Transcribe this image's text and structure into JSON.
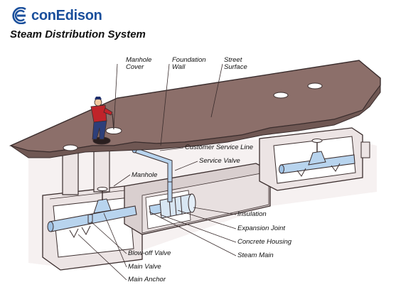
{
  "header": {
    "brand": "conEdison",
    "title": "Steam Distribution System"
  },
  "labels": {
    "manhole_cover": [
      "Manhole",
      "Cover"
    ],
    "foundation_wall": [
      "Foundation",
      "Wall"
    ],
    "street_surface": [
      "Street",
      "Surface"
    ],
    "customer_service_line": "Customer Service Line",
    "service_valve": "Service Valve",
    "manhole": "Manhole",
    "insulation": "Insulation",
    "expansion_joint": "Expansion Joint",
    "concrete_housing": "Concrete Housing",
    "steam_main": "Steam Main",
    "blowoff_valve": "Blow-off Valve",
    "main_valve": "Main Valve",
    "main_anchor": "Main Anchor"
  },
  "colors": {
    "brand_blue": "#1a4f9c",
    "street": "#8c6f6a",
    "concrete": "#ece4e4",
    "outline": "#3a2d2d",
    "pipe": "#b8d4ee",
    "worker_shirt": "#c0242a",
    "worker_pants": "#2d3f7a"
  },
  "icons": {
    "brand_logo": "con-edison-logo-icon",
    "worker": "worker-figure-icon"
  }
}
